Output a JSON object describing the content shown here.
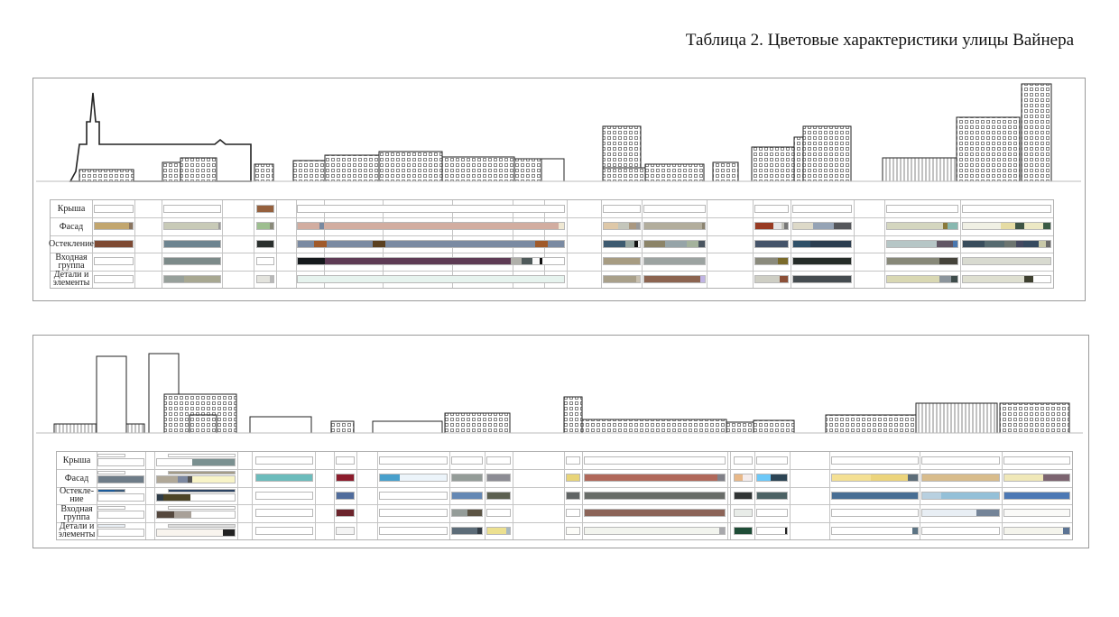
{
  "title": "Таблица 2. Цветовые характеристики улицы Вайнера",
  "table1": {
    "row_labels": [
      "Крыша",
      "Фасад",
      "Остекление",
      "Входная группа",
      "Детали и элементы"
    ],
    "columns": [
      {
        "rows": [
          [],
          [
            [
              "#c2a66e",
              0.9
            ],
            [
              "#8a7560",
              0.1
            ]
          ],
          [
            [
              "#7e4a33",
              1
            ]
          ],
          [],
          []
        ]
      },
      {
        "rows": [
          [],
          [
            [
              "#c8cab7",
              0.97
            ],
            [
              "#999999",
              0.03
            ]
          ],
          [
            [
              "#6d8490",
              1
            ]
          ],
          [
            [
              "#7c8a89",
              1
            ]
          ],
          [
            [
              "#97a09b",
              0.35
            ],
            [
              "#a8a892",
              0.65
            ]
          ]
        ]
      },
      {
        "rows": [
          [
            [
              "#95603d",
              1
            ]
          ],
          [
            [
              "#9dbe8f",
              0.8
            ],
            [
              "#8a8a7a",
              0.2
            ]
          ],
          [
            [
              "#2b302e",
              1
            ]
          ],
          [],
          [
            [
              "#e3e3dd",
              0.75
            ],
            [
              "#b8b8b8",
              0.25
            ]
          ]
        ]
      },
      {
        "rows": [
          [],
          [
            [
              "#d2ada0",
              0.08
            ],
            [
              "#7889a0",
              0.02
            ],
            [
              "#d2ada0",
              0.88
            ],
            [
              "#efe8d3",
              0.02
            ]
          ],
          [
            [
              "#7a8aa2",
              0.06
            ],
            [
              "#a05a2a",
              0.05
            ],
            [
              "#7a8aa2",
              0.17
            ],
            [
              "#5a4020",
              0.05
            ],
            [
              "#7a8aa2",
              0.56
            ],
            [
              "#a05a2a",
              0.05
            ],
            [
              "#7a8aa2",
              0.06
            ]
          ],
          [
            [
              "#15191c",
              0.1
            ],
            [
              "#5e3b55",
              0.7
            ],
            [
              "#b0b0aa",
              0.04
            ],
            [
              "#4f5a5a",
              0.04
            ],
            [
              "#fafafa",
              0.03
            ],
            [
              "#111111",
              0.01
            ],
            [
              "#ffffff",
              0.08
            ]
          ],
          [
            [
              "#e6f3ee",
              1
            ]
          ]
        ]
      },
      {
        "rows": [
          [],
          [
            [
              "#dec8a8",
              0.4
            ],
            [
              "#c4c6bb",
              0.3
            ],
            [
              "#aa9880",
              0.2
            ],
            [
              "#999999",
              0.1
            ]
          ],
          [
            [
              "#3d5a70",
              0.6
            ],
            [
              "#98a6a0",
              0.25
            ],
            [
              "#111111",
              0.1
            ],
            [
              "#eeeeee",
              0.05
            ]
          ],
          [
            [
              "#a79c82",
              1
            ]
          ],
          [
            [
              "#a9a08a",
              0.9
            ],
            [
              "#c8c0b0",
              0.1
            ]
          ]
        ]
      },
      {
        "rows": [
          [],
          [
            [
              "#b2ad9c",
              0.95
            ],
            [
              "#8c8470",
              0.05
            ]
          ],
          [
            [
              "#8c8468",
              0.35
            ],
            [
              "#96a4a8",
              0.35
            ],
            [
              "#a4b29c",
              0.2
            ],
            [
              "#4a5560",
              0.1
            ]
          ],
          [
            [
              "#9ca3a1",
              1
            ]
          ],
          [
            [
              "#8c6450",
              0.92
            ],
            [
              "#c0b4e4",
              0.08
            ]
          ]
        ]
      },
      {
        "rows": [
          [],
          [
            [
              "#983a22",
              0.55
            ],
            [
              "#e4e4e4",
              0.25
            ],
            [
              "#c0c0b8",
              0.1
            ],
            [
              "#777777",
              0.1
            ]
          ],
          [
            [
              "#45546a",
              1
            ]
          ],
          [
            [
              "#8a8a7c",
              0.7
            ],
            [
              "#7a6a2a",
              0.3
            ]
          ],
          [
            [
              "#cecec4",
              0.75
            ],
            [
              "#8c5038",
              0.25
            ]
          ]
        ]
      },
      {
        "rows": [
          [],
          [
            [
              "#ddd9c8",
              0.35
            ],
            [
              "#95a3b5",
              0.35
            ],
            [
              "#55575b",
              0.3
            ]
          ],
          [
            [
              "#2f5068",
              0.3
            ],
            [
              "#2c3e50",
              0.7
            ]
          ],
          [
            [
              "#252c28",
              1
            ]
          ],
          [
            [
              "#454c50",
              1
            ]
          ]
        ]
      },
      {
        "rows": [
          [],
          [
            [
              "#d4d6bf",
              0.8
            ],
            [
              "#8a7a3a",
              0.06
            ],
            [
              "#88b8b0",
              0.14
            ]
          ],
          [
            [
              "#b6c6c6",
              0.7
            ],
            [
              "#615664",
              0.24
            ],
            [
              "#4a78b0",
              0.06
            ]
          ],
          [
            [
              "#878878",
              0.74
            ],
            [
              "#45433a",
              0.26
            ]
          ],
          [
            [
              "#d9d8b3",
              0.74
            ],
            [
              "#8c959c",
              0.17
            ],
            [
              "#3e4c4a",
              0.09
            ]
          ]
        ]
      },
      {
        "rows": [
          [],
          [
            [
              "#f0f0e4",
              0.43
            ],
            [
              "#e6dca4",
              0.17
            ],
            [
              "#3e5444",
              0.1
            ],
            [
              "#ece8c4",
              0.22
            ],
            [
              "#3a5a44",
              0.08
            ]
          ],
          [
            [
              "#384c5c",
              0.25
            ],
            [
              "#566a70",
              0.22
            ],
            [
              "#6c7470",
              0.14
            ],
            [
              "#444860",
              0.08
            ],
            [
              "#364a60",
              0.18
            ],
            [
              "#c8c8a8",
              0.08
            ],
            [
              "#6a6a6a",
              0.05
            ]
          ],
          [
            [
              "#d8dad0",
              1
            ]
          ],
          [
            [
              "#dedfd0",
              0.7
            ],
            [
              "#3e4030",
              0.1
            ],
            [
              "#ffffff",
              0.2
            ]
          ]
        ]
      }
    ]
  },
  "table2": {
    "row_labels": [
      "Крыша",
      "Фасад",
      "Остекле-ние",
      "Входная группа",
      "Детали и элементы"
    ],
    "columns": [
      {
        "top": [
          [
            [
              "#ffffff",
              1
            ]
          ],
          [
            [
              "#ffffff",
              1
            ]
          ],
          [
            [
              "#1c5c9c",
              0.6
            ],
            [
              "#3a5a7a",
              0.4
            ]
          ],
          [
            [
              "#ffffff",
              1
            ]
          ],
          [
            [
              "#e8eef4",
              1
            ]
          ]
        ],
        "rows": [
          [],
          [
            [
              "#6e7c88",
              1
            ]
          ],
          [],
          [],
          []
        ]
      },
      {
        "top": [
          [
            [
              "#ffffff",
              1
            ]
          ],
          [
            [
              "#a49c88",
              1
            ]
          ],
          [
            [
              "#2c4464",
              1
            ]
          ],
          [
            [
              "#ffffff",
              1
            ]
          ],
          [
            [
              "#dddddd",
              1
            ]
          ]
        ],
        "rows": [
          [
            [
              "#ffffff",
              0.45
            ],
            [
              "#7a9090",
              0.55
            ]
          ],
          [
            [
              "#b0a898",
              0.27
            ],
            [
              "#7c88a0",
              0.13
            ],
            [
              "#555555",
              0.05
            ],
            [
              "#f8f4c8",
              0.55
            ]
          ],
          [
            [
              "#2e3c48",
              0.08
            ],
            [
              "#4c4426",
              0.35
            ],
            [
              "#ffffff",
              0.57
            ]
          ],
          [
            [
              "#55483e",
              0.22
            ],
            [
              "#a8a098",
              0.22
            ],
            [
              "#ffffff",
              0.56
            ]
          ],
          [
            [
              "#f8f4ee",
              0.45
            ],
            [
              "#f8f4ee",
              0.4
            ],
            [
              "#222222",
              0.15
            ]
          ]
        ]
      },
      {
        "rows": [
          [],
          [
            [
              "#6cbcbc",
              1
            ]
          ],
          [],
          [],
          []
        ]
      },
      {
        "rows": [
          [],
          [
            [
              "#8c1c2c",
              1
            ]
          ],
          [
            [
              "#506c9c",
              1
            ]
          ],
          [
            [
              "#6c242c",
              1
            ]
          ],
          [
            [
              "#f4f4f4",
              1
            ]
          ]
        ]
      },
      {
        "rows": [
          [],
          [
            [
              "#48a0cc",
              0.3
            ],
            [
              "#ecf4fa",
              0.7
            ]
          ],
          [],
          [],
          []
        ]
      },
      {
        "rows": [
          [],
          [
            [
              "#949c98",
              1
            ]
          ],
          [
            [
              "#6488b4",
              1
            ]
          ],
          [
            [
              "#949c98",
              0.5
            ],
            [
              "#5c5444",
              0.5
            ]
          ],
          [
            [
              "#5c6c78",
              0.85
            ],
            [
              "#333c44",
              0.15
            ]
          ]
        ]
      },
      {
        "rows": [
          [],
          [
            [
              "#8c8c94",
              1
            ]
          ],
          [
            [
              "#5c6050",
              1
            ]
          ],
          [],
          [
            [
              "#ece090",
              0.85
            ],
            [
              "#a8b8c0",
              0.15
            ]
          ]
        ]
      },
      {
        "rows": [
          [],
          [
            [
              "#e8d478",
              1
            ]
          ],
          [
            [
              "#606464",
              1
            ]
          ],
          [],
          [
            [
              "#fcfcf8",
              1
            ]
          ]
        ]
      },
      {
        "rows": [
          [],
          [
            [
              "#b0685a",
              0.95
            ],
            [
              "#808088",
              0.05
            ]
          ],
          [
            [
              "#686c68",
              1
            ]
          ],
          [
            [
              "#8c6458",
              1
            ]
          ],
          [
            [
              "#f2f4ee",
              0.96
            ],
            [
              "#a8a8ac",
              0.04
            ]
          ]
        ]
      },
      {
        "rows": [
          [],
          [
            [
              "#e8b888",
              0.45
            ],
            [
              "#f4ecec",
              0.55
            ]
          ],
          [
            [
              "#303434",
              1
            ]
          ],
          [
            [
              "#e8ece8",
              1
            ]
          ],
          [
            [
              "#1e4c36",
              1
            ]
          ]
        ]
      },
      {
        "rows": [
          [],
          [
            [
              "#6cc8f8",
              0.45
            ],
            [
              "#2c4454",
              0.55
            ]
          ],
          [
            [
              "#4c6264",
              1
            ]
          ],
          [],
          [
            [
              "#ffffff",
              0.95
            ],
            [
              "#222222",
              0.05
            ]
          ]
        ]
      },
      {
        "rows": [
          [],
          [
            [
              "#f4e094",
              0.45
            ],
            [
              "#ecd47c",
              0.43
            ],
            [
              "#5c6c78",
              0.12
            ]
          ],
          [
            [
              "#486e94",
              1
            ]
          ],
          [],
          [
            [
              "#ffffff",
              0.94
            ],
            [
              "#5c7484",
              0.06
            ]
          ]
        ]
      },
      {
        "rows": [
          [],
          [
            [
              "#d8bc8c",
              1
            ]
          ],
          [
            [
              "#b8d0e0",
              0.25
            ],
            [
              "#94c0d8",
              0.75
            ]
          ],
          [
            [
              "#e8eef4",
              0.7
            ],
            [
              "#748498",
              0.3
            ]
          ],
          []
        ]
      },
      {
        "rows": [
          [],
          [
            [
              "#f0e8b8",
              0.6
            ],
            [
              "#7c6470",
              0.4
            ]
          ],
          [
            [
              "#4c78b4",
              1
            ]
          ],
          [
            [
              "#fafaf8",
              1
            ]
          ],
          [
            [
              "#f4f4ec",
              0.9
            ],
            [
              "#5c7494",
              0.1
            ]
          ]
        ]
      }
    ]
  }
}
